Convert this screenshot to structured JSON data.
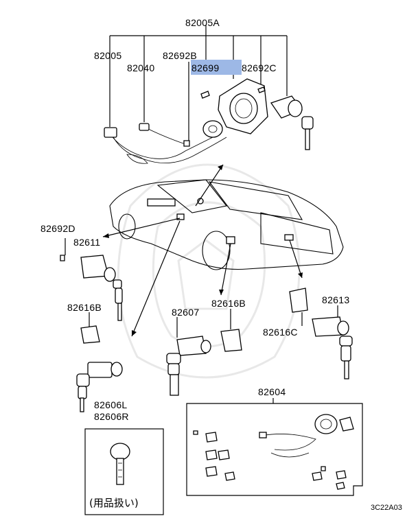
{
  "diagram": {
    "labels": {
      "p82005A": "82005A",
      "p82005": "82005",
      "p82040": "82040",
      "p82692B": "82692B",
      "p82699": "82699",
      "p82692C": "82692C",
      "p82692D": "82692D",
      "p82611": "82611",
      "p82616B_left": "82616B",
      "p82607": "82607",
      "p82616B_mid": "82616B",
      "p82613": "82613",
      "p82616C": "82616C",
      "p82606L": "82606L",
      "p82606R": "82606R",
      "p82604": "82604",
      "key_note": "(用品扱い)",
      "figure_code": "3C22A03"
    },
    "highlight_part": "82699",
    "highlight_color": "#9db8e6"
  }
}
